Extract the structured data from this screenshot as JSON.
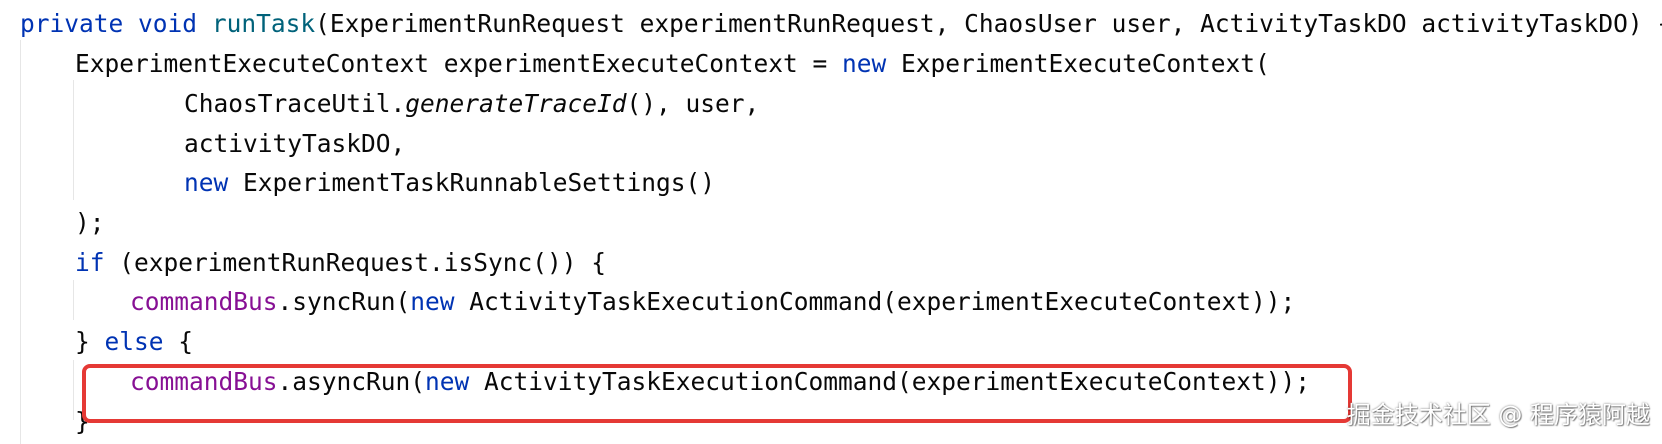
{
  "code_lines": [
    {
      "tokens": [
        {
          "text": "private",
          "style": "kw"
        },
        {
          "text": " "
        },
        {
          "text": "void",
          "style": "kw"
        },
        {
          "text": " "
        },
        {
          "text": "runTask",
          "style": "fn"
        },
        {
          "text": "(ExperimentRunRequest experimentRunRequest, ChaosUser user, ActivityTaskDO activityTaskDO) {"
        }
      ]
    },
    {
      "tokens": [
        {
          "text": "ExperimentExecuteContext experimentExecuteContext = "
        },
        {
          "text": "new",
          "style": "kw"
        },
        {
          "text": " ExperimentExecuteContext("
        }
      ]
    },
    {
      "tokens": [
        {
          "text": "ChaosTraceUtil."
        },
        {
          "text": "generateTraceId",
          "style": "italic"
        },
        {
          "text": "(), user,"
        }
      ]
    },
    {
      "tokens": [
        {
          "text": "activityTaskDO,"
        }
      ]
    },
    {
      "tokens": [
        {
          "text": "new",
          "style": "kw"
        },
        {
          "text": " ExperimentTaskRunnableSettings()"
        }
      ]
    },
    {
      "tokens": [
        {
          "text": ");"
        }
      ]
    },
    {
      "tokens": [
        {
          "text": "if",
          "style": "kw"
        },
        {
          "text": " (experimentRunRequest.isSync()) {"
        }
      ]
    },
    {
      "tokens": [
        {
          "text": "commandBus",
          "style": "field"
        },
        {
          "text": ".syncRun("
        },
        {
          "text": "new",
          "style": "kw"
        },
        {
          "text": " ActivityTaskExecutionCommand(experimentExecuteContext));"
        }
      ]
    },
    {
      "tokens": [
        {
          "text": "} "
        },
        {
          "text": "else",
          "style": "kw"
        },
        {
          "text": " {"
        }
      ]
    },
    {
      "tokens": [
        {
          "text": "commandBus",
          "style": "field"
        },
        {
          "text": ".asyncRun("
        },
        {
          "text": "new",
          "style": "kw"
        },
        {
          "text": " ActivityTaskExecutionCommand(experimentExecuteContext));"
        }
      ]
    },
    {
      "tokens": [
        {
          "text": "}"
        }
      ]
    }
  ],
  "watermark": "掘金技术社区 @ 程序猿阿越",
  "colors": {
    "keyword": "#0033b3",
    "method_declaration": "#00627a",
    "field": "#871094",
    "text": "#080808",
    "highlight_border": "#e53935",
    "indent_guide": "#e6e6e6"
  }
}
